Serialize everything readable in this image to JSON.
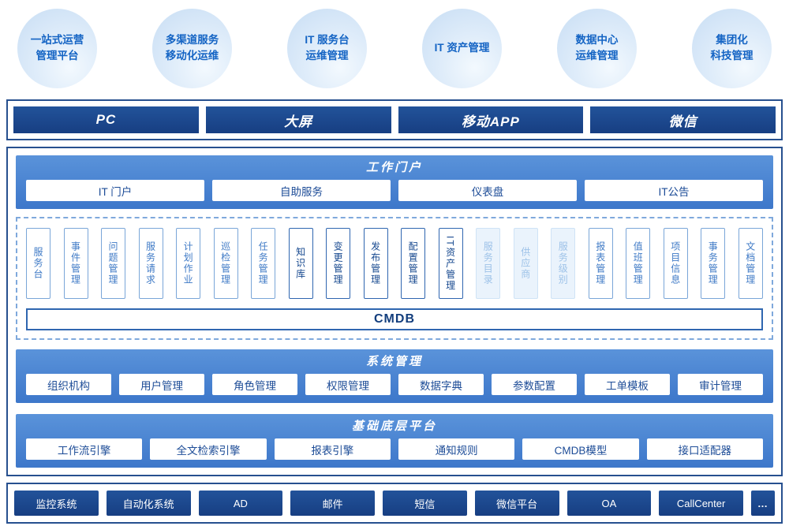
{
  "colors": {
    "dark_navy": "#1c4a92",
    "band_blue_top": "#5a93da",
    "band_blue_bottom": "#3d77ca",
    "bubble_bg": "#d5e6f7",
    "accent_text": "#1464c4",
    "frame_border": "#27508f"
  },
  "bubbles": [
    {
      "label": "一站式运营\n管理平台"
    },
    {
      "label": "多渠道服务\n移动化运维"
    },
    {
      "label": "IT 服务台\n运维管理"
    },
    {
      "label": "IT 资产管理"
    },
    {
      "label": "数据中心\n运维管理"
    },
    {
      "label": "集团化\n科技管理"
    }
  ],
  "channels": {
    "items": [
      {
        "label": "PC"
      },
      {
        "label": "大屏"
      },
      {
        "label": "移动APP"
      },
      {
        "label": "微信"
      }
    ]
  },
  "portal": {
    "title": "工作门户",
    "items": [
      {
        "label": "IT 门户"
      },
      {
        "label": "自助服务"
      },
      {
        "label": "仪表盘"
      },
      {
        "label": "IT公告"
      }
    ]
  },
  "modules": {
    "cmdb_label": "CMDB",
    "items": [
      {
        "label": "服务台",
        "style": "normal"
      },
      {
        "label": "事件管理",
        "style": "normal"
      },
      {
        "label": "问题管理",
        "style": "normal"
      },
      {
        "label": "服务请求",
        "style": "normal"
      },
      {
        "label": "计划作业",
        "style": "normal"
      },
      {
        "label": "巡检管理",
        "style": "normal"
      },
      {
        "label": "任务管理",
        "style": "normal"
      },
      {
        "label": "知识库",
        "style": "dark"
      },
      {
        "label": "变更管理",
        "style": "dark"
      },
      {
        "label": "发布管理",
        "style": "dark"
      },
      {
        "label": "配置管理",
        "style": "dark"
      },
      {
        "label": "IT资产管理",
        "style": "dark"
      },
      {
        "label": "服务目录",
        "style": "light"
      },
      {
        "label": "供应商",
        "style": "light"
      },
      {
        "label": "服务级别",
        "style": "light"
      },
      {
        "label": "报表管理",
        "style": "normal"
      },
      {
        "label": "值班管理",
        "style": "normal"
      },
      {
        "label": "项目信息",
        "style": "normal"
      },
      {
        "label": "事务管理",
        "style": "normal"
      },
      {
        "label": "文档管理",
        "style": "normal"
      }
    ]
  },
  "system_management": {
    "title": "系统管理",
    "items": [
      {
        "label": "组织机构"
      },
      {
        "label": "用户管理"
      },
      {
        "label": "角色管理"
      },
      {
        "label": "权限管理"
      },
      {
        "label": "数据字典"
      },
      {
        "label": "参数配置"
      },
      {
        "label": "工单模板"
      },
      {
        "label": "审计管理"
      }
    ]
  },
  "base_platform": {
    "title": "基础底层平台",
    "items": [
      {
        "label": "工作流引擎"
      },
      {
        "label": "全文检索引擎"
      },
      {
        "label": "报表引擎"
      },
      {
        "label": "通知规则"
      },
      {
        "label": "CMDB模型"
      },
      {
        "label": "接口适配器"
      }
    ]
  },
  "integrations": {
    "items": [
      {
        "label": "监控系统"
      },
      {
        "label": "自动化系统"
      },
      {
        "label": "AD"
      },
      {
        "label": "邮件"
      },
      {
        "label": "短信"
      },
      {
        "label": "微信平台"
      },
      {
        "label": "OA"
      },
      {
        "label": "CallCenter"
      },
      {
        "label": "…"
      }
    ]
  }
}
